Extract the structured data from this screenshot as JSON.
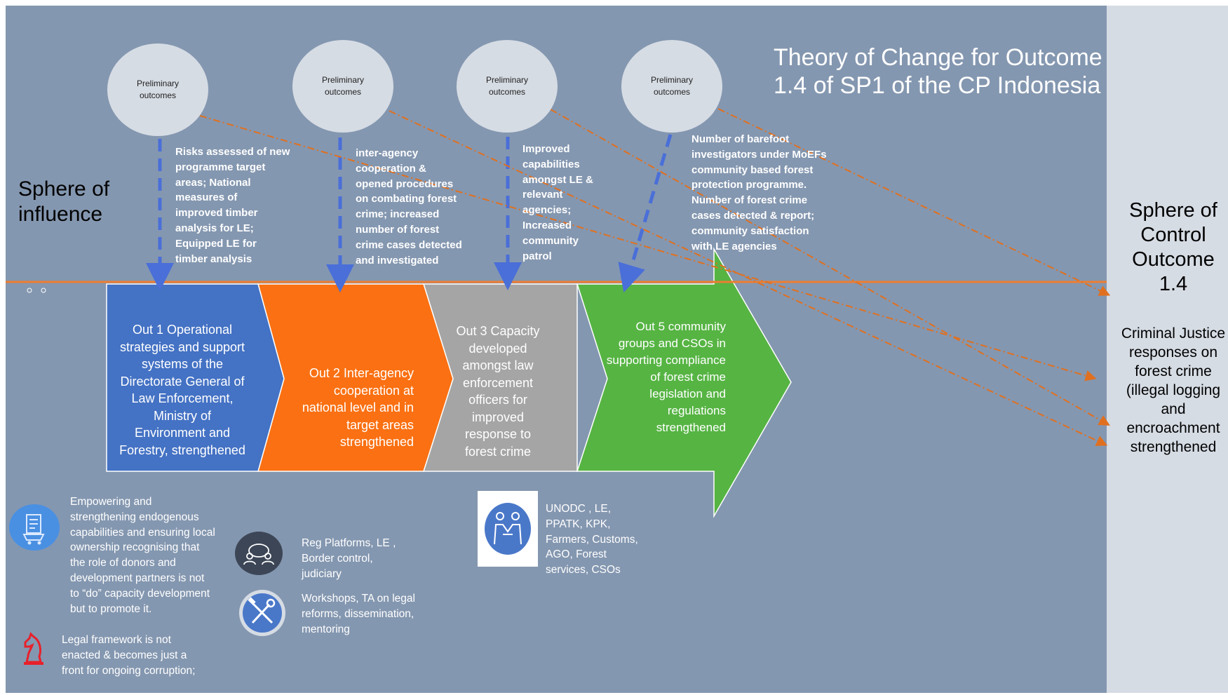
{
  "title": "Theory of Change for Outcome\n1.4 of SP1 of the CP Indonesia",
  "sphere_of_influence": "Sphere of\ninfluence",
  "sphere_of_control": "Sphere of\nControl\nOutcome\n1.4",
  "control_outcome": "Criminal Justice\nresponses on\nforest crime\n(illegal logging\nand\nencroachment\nstrengthened",
  "preliminary_outcomes": [
    {
      "label": "Preliminary outcomes",
      "text": "Risks assessed of new\nprogramme target\nareas; National\nmeasures of\nimproved timber\nanalysis for LE;\nEquipped LE for\ntimber analysis"
    },
    {
      "label": "Preliminary outcomes",
      "text": "inter-agency\ncooperation &\nopened procedures\non combating forest\ncrime; increased\nnumber of forest\ncrime cases detected\nand investigated"
    },
    {
      "label": "Preliminary outcomes",
      "text": "Improved\ncapabilities\namongst LE &\nrelevant\nagencies;\nIncreased\ncommunity\npatrol"
    },
    {
      "label": "Preliminary outcomes",
      "text": "Number of barefoot\ninvestigators under MoEFs\ncommunity based forest\nprotection programme.\nNumber of forest crime\ncases detected & report;\ncommunity satisfaction\nwith LE agencies"
    }
  ],
  "outputs": [
    {
      "text": "Out 1 Operational\nstrategies and support\nsystems of the\nDirectorate General of\nLaw Enforcement,\nMinistry of\nEnvironment and\nForestry, strengthened",
      "color": "#4472c4"
    },
    {
      "text": "Out 2 Inter-agency\ncooperation at\nnational level and in\ntarget areas\nstrengthened",
      "color": "#fa7012"
    },
    {
      "text": "Out 3 Capacity\ndeveloped\namongst law\nenforcement\nofficers for\nimproved\nresponse to\nforest crime",
      "color": "#a5a5a5"
    },
    {
      "text": "Out 5 community\ngroups and CSOs in\nsupporting compliance\nof forest crime\nlegislation and\nregulations\nstrengthened",
      "color": "#56b443"
    }
  ],
  "notes": {
    "capacity": "Empowering and\nstrengthening endogenous\ncapabilities and ensuring local\nownership recognising that\nthe role of donors and\ndevelopment partners is not\nto “do” capacity development\nbut to promote it.",
    "risk": "Legal framework is not\nenacted & becomes just a\nfront for ongoing corruption;",
    "platforms": "Reg Platforms, LE ,\nBorder control,\njudiciary",
    "workshops": "Workshops, TA on legal\nreforms, dissemination,\nmentoring",
    "partners": "UNODC , LE,\nPPATK, KPK,\nFarmers,  Customs,\nAGO, Forest\nservices, CSOs"
  },
  "icons": {
    "capacity": "document-cart-icon",
    "risk": "chess-knight-icon",
    "platforms": "people-meeting-icon",
    "workshops": "tools-icon",
    "partners": "handshake-icon"
  },
  "colors": {
    "background": "#8497b0",
    "side_panel": "#d6dce4",
    "divider": "#ed7d31",
    "blue_arrow": "#4a6fd8",
    "orange_arrow": "#e0701f"
  }
}
